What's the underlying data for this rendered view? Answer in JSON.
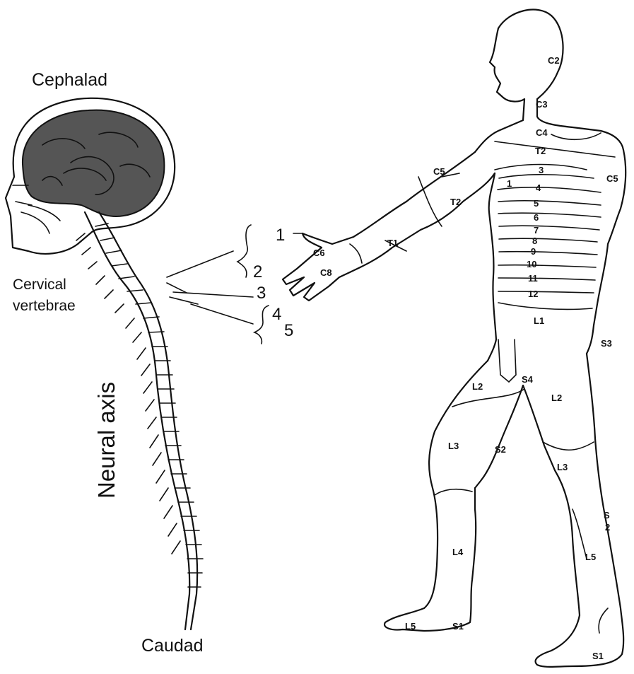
{
  "labels": {
    "cephalad": "Cephalad",
    "cervical_line1": "Cervical",
    "cervical_line2": "vertebrae",
    "neural_axis": "Neural axis",
    "caudad": "Caudad"
  },
  "pointer_numbers": [
    "1",
    "2",
    "3",
    "4",
    "5"
  ],
  "dermatomes": {
    "c2": "C2",
    "c3": "C3",
    "c4": "C4",
    "t2_upper": "T2",
    "c5_arm": "C5",
    "c5_right": "C5",
    "t2_arm": "T2",
    "t1": "T1",
    "c6": "C6",
    "c8": "C8",
    "t3": "3",
    "t4": "4",
    "t5": "5",
    "t6": "6",
    "t7": "7",
    "t8": "8",
    "t9": "9",
    "t10": "10",
    "t11": "11",
    "t12": "12",
    "l1": "L1",
    "s3": "S3",
    "s4": "S4",
    "l2_left": "L2",
    "l2_right": "L2",
    "s2_leg": "S2",
    "l3_left": "L3",
    "l3_right": "L3",
    "s2_right": "S",
    "s2_right_b": "2",
    "l4": "L4",
    "l5_right": "L5",
    "l5_foot": "L5",
    "s1_foot": "S1",
    "s1_right": "S1",
    "t1_arm_small": "1"
  },
  "colors": {
    "ink": "#111111",
    "brain_fill": "#555555",
    "background": "#ffffff"
  }
}
